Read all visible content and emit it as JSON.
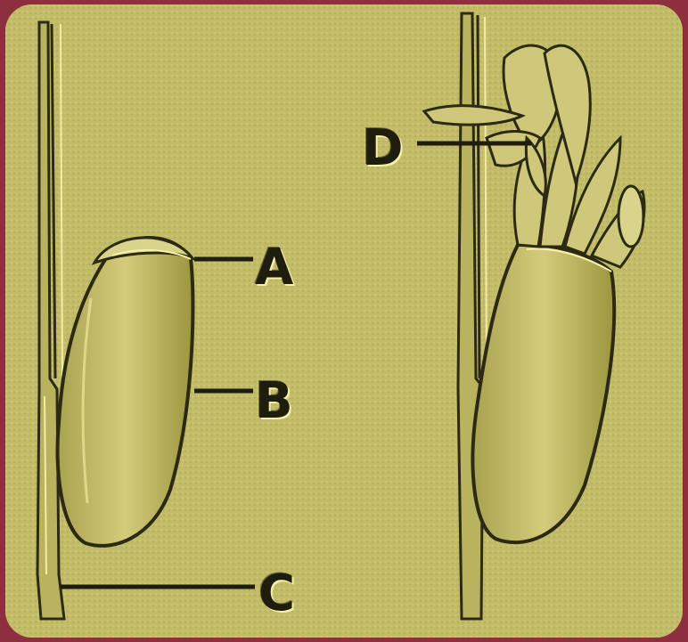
{
  "labels": {
    "a": "A",
    "b": "B",
    "c": "C",
    "d": "D"
  },
  "colors": {
    "border": "#8e2f40",
    "background": "#c2bb68",
    "ink": "#1f1d0e",
    "highlight": "#f6f0a8"
  }
}
